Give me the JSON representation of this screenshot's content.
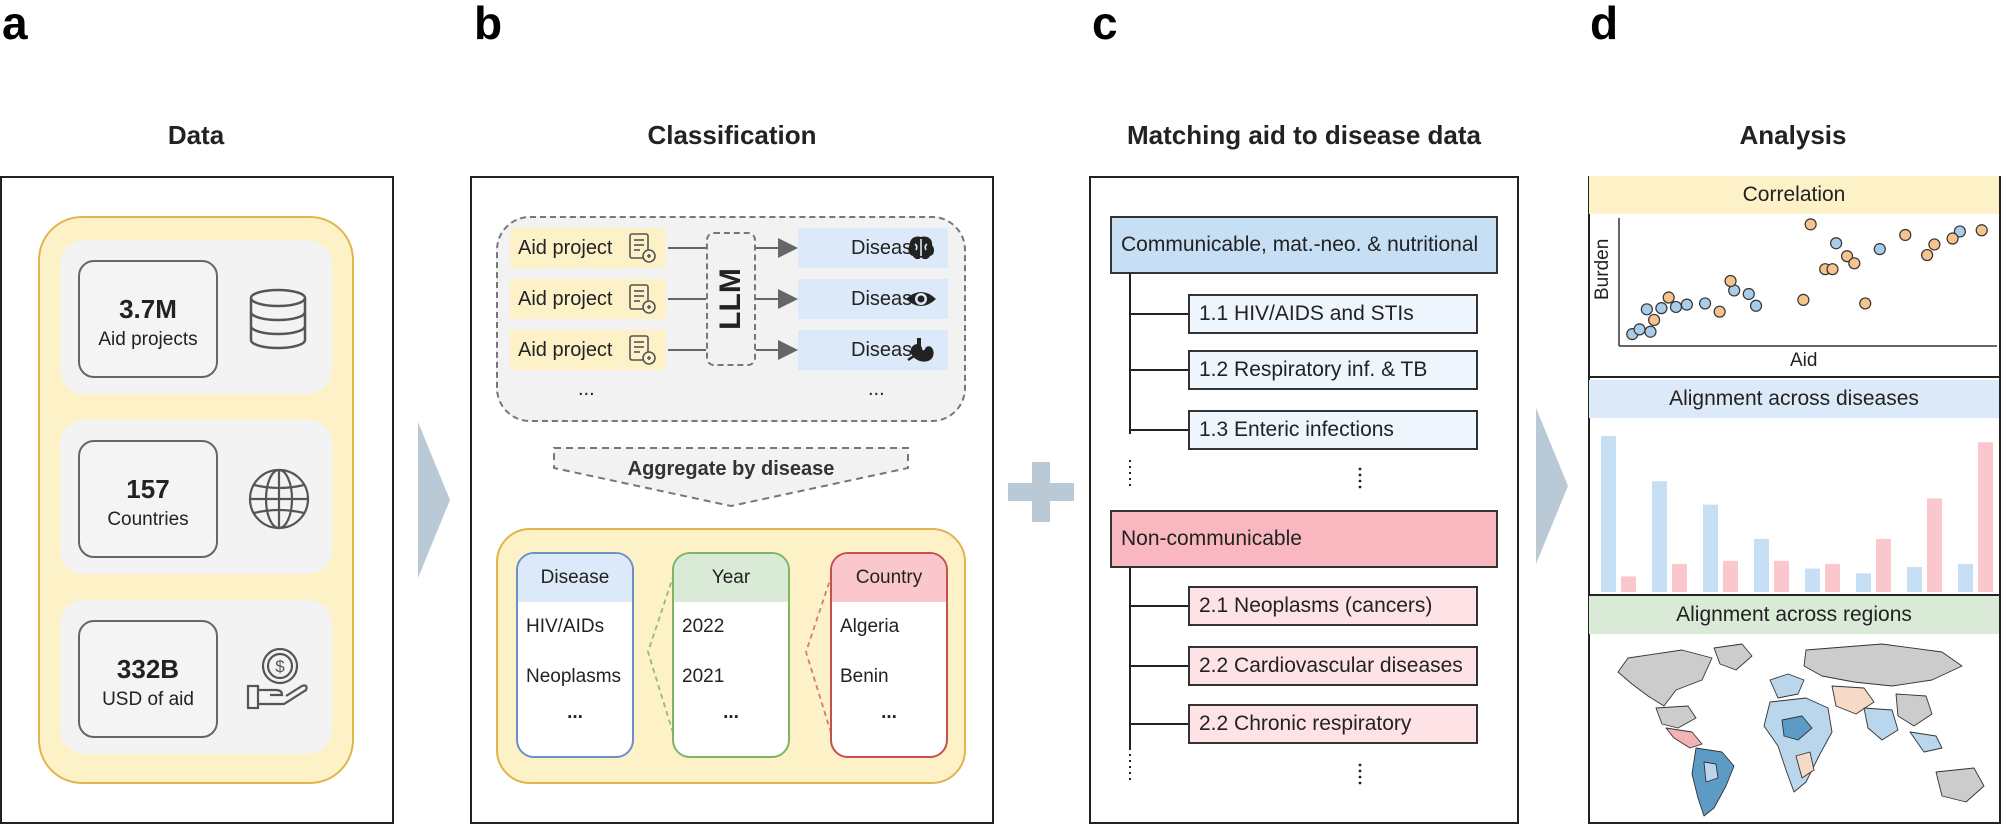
{
  "letters": [
    "a",
    "b",
    "c",
    "d"
  ],
  "titles": {
    "a": "Data",
    "b": "Classification",
    "c": "Matching aid to disease data",
    "d": "Analysis"
  },
  "panel_a": {
    "stats": [
      {
        "value": "3.7M",
        "label": "Aid projects",
        "icon": "database-icon"
      },
      {
        "value": "157",
        "label": "Countries",
        "icon": "globe-icon"
      },
      {
        "value": "332B",
        "label": "USD of aid",
        "icon": "hand-coin-icon"
      }
    ]
  },
  "panel_b": {
    "aid_label": "Aid project",
    "disease_label": "Disease",
    "ellipsis": "...",
    "llm": "LLM",
    "aggregate": "Aggregate by disease",
    "table": {
      "disease": {
        "header": "Disease",
        "items": [
          "HIV/AIDs",
          "Neoplasms"
        ],
        "more": "..."
      },
      "year": {
        "header": "Year",
        "items": [
          "2022",
          "2021"
        ],
        "more": "..."
      },
      "country": {
        "header": "Country",
        "items": [
          "Algeria",
          "Benin"
        ],
        "more": "..."
      }
    }
  },
  "panel_c": {
    "group1": {
      "title": "Communicable, mat.-neo. & nutritional",
      "items": [
        "1.1 HIV/AIDS and STIs",
        "1.2 Respiratory inf. & TB",
        "1.3 Enteric infections"
      ]
    },
    "group2": {
      "title": "Non-communicable",
      "items": [
        "2.1 Neoplasms (cancers)",
        "2.2 Cardiovascular diseases",
        "2.2 Chronic respiratory"
      ]
    }
  },
  "panel_d": {
    "correlation": "Correlation",
    "alignment_diseases": "Alignment across diseases",
    "alignment_regions": "Alignment across regions",
    "ylabel": "Burden",
    "xlabel": "Aid"
  },
  "colors": {
    "yellow_bg": "#fdf1c8",
    "blue_bg": "#dce9f8",
    "red_bg": "#f9c7cc",
    "green_bg": "#d9ead6",
    "arrow": "#b9c9d6"
  },
  "chart_data": [
    {
      "type": "scatter",
      "title": "Correlation",
      "xlabel": "Aid",
      "ylabel": "Burden",
      "series": [
        {
          "values": [
            [
              0.02,
              0.05
            ],
            [
              0.04,
              0.09
            ],
            [
              0.07,
              0.07
            ],
            [
              0.06,
              0.26
            ],
            [
              0.1,
              0.27
            ],
            [
              0.14,
              0.28
            ],
            [
              0.17,
              0.3
            ],
            [
              0.22,
              0.31
            ],
            [
              0.3,
              0.42
            ],
            [
              0.34,
              0.39
            ],
            [
              0.36,
              0.29
            ],
            [
              0.58,
              0.82
            ],
            [
              0.7,
              0.77
            ],
            [
              0.92,
              0.92
            ]
          ],
          "color": "#a9cde9"
        },
        {
          "values": [
            [
              0.08,
              0.17
            ],
            [
              0.12,
              0.36
            ],
            [
              0.26,
              0.24
            ],
            [
              0.29,
              0.5
            ],
            [
              0.49,
              0.34
            ],
            [
              0.51,
              0.98
            ],
            [
              0.55,
              0.6
            ],
            [
              0.57,
              0.6
            ],
            [
              0.61,
              0.71
            ],
            [
              0.63,
              0.65
            ],
            [
              0.66,
              0.31
            ],
            [
              0.77,
              0.89
            ],
            [
              0.83,
              0.72
            ],
            [
              0.85,
              0.81
            ],
            [
              0.9,
              0.86
            ],
            [
              0.98,
              0.93
            ]
          ],
          "color": "#f5c38b"
        }
      ]
    },
    {
      "type": "bar",
      "title": "Alignment across diseases",
      "series": [
        {
          "values": [
            1.0,
            0.71,
            0.56,
            0.34,
            0.15,
            0.12,
            0.16,
            0.18
          ],
          "color": "#c7dff5"
        },
        {
          "values": [
            0.1,
            0.18,
            0.2,
            0.2,
            0.18,
            0.34,
            0.6,
            0.96
          ],
          "color": "#f9c7cc"
        }
      ]
    }
  ]
}
